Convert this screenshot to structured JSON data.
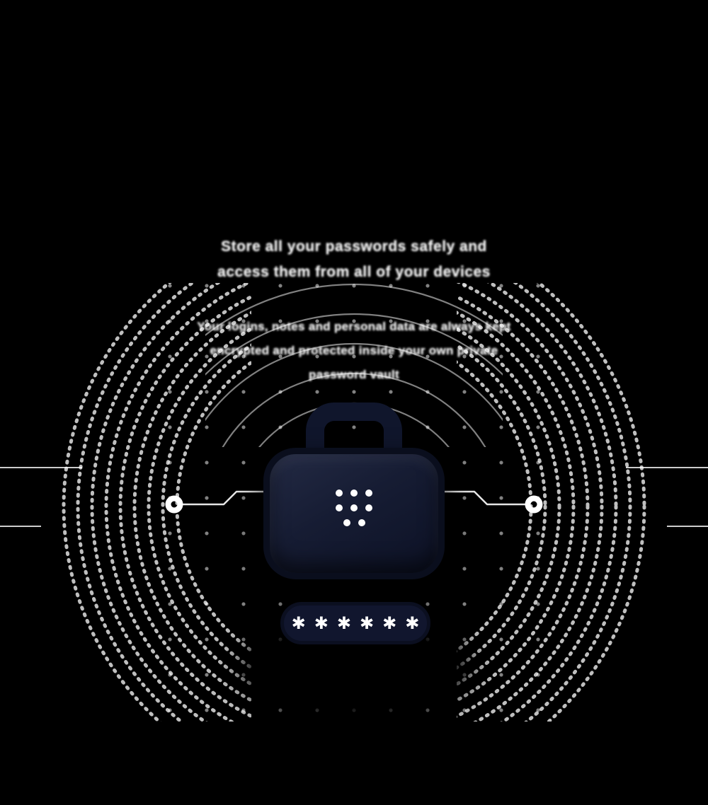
{
  "hero": {
    "heading_line1": "Store all your passwords safely and",
    "heading_line2": "access them from all of your devices",
    "body_line1": "Your logins, notes and personal data are always kept",
    "body_line2": "encrypted and protected inside your own private",
    "body_line3": "password vault"
  },
  "vault": {
    "password_mask": "✱✱✱✱✱✱",
    "case_dots_rows": [
      3,
      3,
      2
    ]
  },
  "icons": {
    "briefcase_vault": "locked-case-icon",
    "keypad_dots": "dot-keypad-icon",
    "password_field": "masked-password-pill",
    "circuit_node_left": "circuit-node-ring",
    "circuit_node_right": "circuit-node-ring",
    "side_waves": "concentric-dashed-arcs",
    "top_waves": "concentric-thin-arcs",
    "dot_grid": "background-dot-matrix"
  },
  "colors": {
    "background": "#000000",
    "case_fill_dark": "#0d1226",
    "case_fill_light": "#232a44",
    "case_outline": "#0a0e1d",
    "handle": "#10162c",
    "pill": "#11162e",
    "text": "#ffffff",
    "decor": "#ffffff"
  }
}
